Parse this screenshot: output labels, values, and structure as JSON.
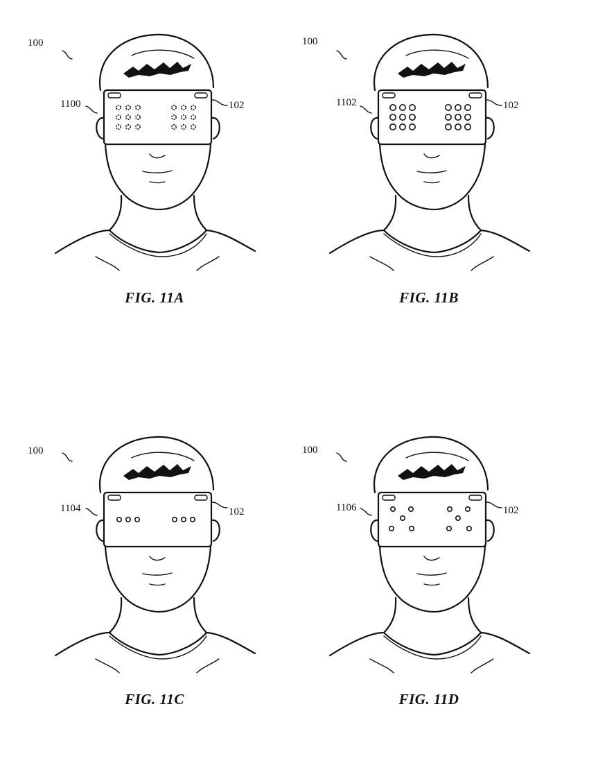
{
  "figures": [
    {
      "caption": "FIG. 11A",
      "ref_device": "100",
      "ref_pattern": "1100",
      "ref_visor": "102",
      "pattern": "grid-3x3-dashed"
    },
    {
      "caption": "FIG. 11B",
      "ref_device": "100",
      "ref_pattern": "1102",
      "ref_visor": "102",
      "pattern": "grid-3x3"
    },
    {
      "caption": "FIG. 11C",
      "ref_device": "100",
      "ref_pattern": "1104",
      "ref_visor": "102",
      "pattern": "row-3"
    },
    {
      "caption": "FIG. 11D",
      "ref_device": "100",
      "ref_pattern": "1106",
      "ref_visor": "102",
      "pattern": "scattered-5"
    }
  ]
}
